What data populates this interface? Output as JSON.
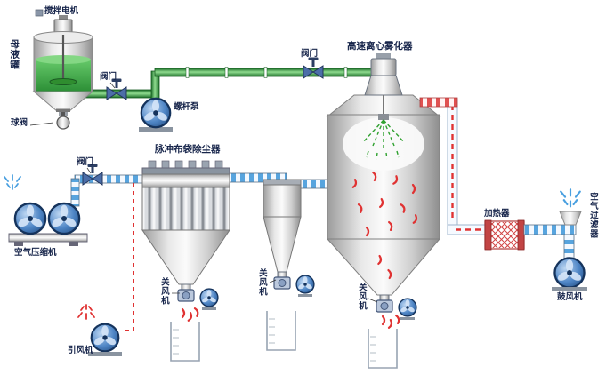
{
  "diagram": {
    "labels": {
      "stir_motor": "搅拌电机",
      "tank": "母液罐",
      "ball_valve": "球阀",
      "feed_valve": "阀门",
      "screw_pump": "螺杆泵",
      "line_valve": "阀门",
      "atomizer": "高速离心雾化器",
      "bag_filter": "脉冲布袋除尘器",
      "air_valve": "阀门",
      "air_compressor": "空气压缩机",
      "induced_fan": "引风机",
      "rotary_valve_1": "关风机",
      "rotary_valve_2": "关风机",
      "rotary_valve_3": "关风机",
      "heater": "加热器",
      "air_filter": "空气过滤器",
      "blower": "鼓风机"
    },
    "colors": {
      "pipe_liquid": "#2e8b2e",
      "pipe_air": "#57a4de",
      "pipe_hot": "#e05050",
      "fan_blue": "#2a5ca8",
      "heater_red": "#d24545",
      "tank_liquid": "#3fae3f",
      "label_text": "#16244a"
    }
  }
}
